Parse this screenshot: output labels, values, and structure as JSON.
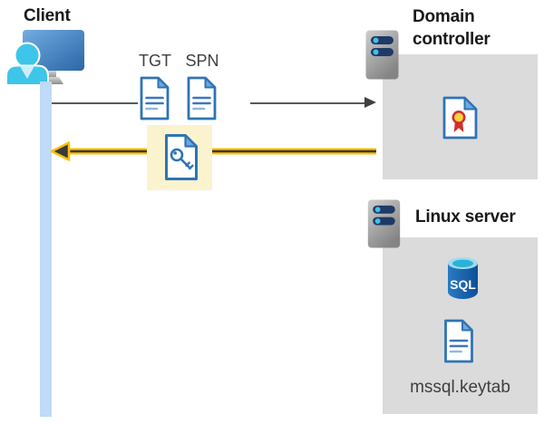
{
  "client": {
    "label": "Client"
  },
  "tickets": {
    "tgt": "TGT",
    "spn": "SPN"
  },
  "domain_controller": {
    "label": "Domain controller"
  },
  "linux_server": {
    "label": "Linux server"
  },
  "sql_icon": {
    "label": "SQL"
  },
  "keytab": {
    "filename": "mssql.keytab"
  },
  "icons": {
    "client": "user-at-monitor-icon",
    "tgt": "document-icon",
    "spn": "document-icon",
    "service_ticket": "key-document-icon",
    "domain_controller_host": "server-icon",
    "certificate": "certificate-icon",
    "linux_host": "server-icon",
    "database": "sql-database-icon",
    "keytab_file": "document-icon",
    "request": "right-arrow",
    "response": "left-arrow-highlighted"
  },
  "colors": {
    "request_arrow": "#595959",
    "response_arrow_yellow": "#FFC000",
    "response_arrow_dark": "#3A3A3A",
    "highlight_box": "#FBF3CE",
    "panel_gray": "#DBDBDB",
    "lifeline_blue": "#BFDBF7",
    "document_blue": "#2E74B5",
    "fold_blue": "#6FA8DC",
    "cyan_accent": "#3EC5EA",
    "server_bar_navy": "#1E3A66",
    "seal_yellow": "#FFD23B",
    "seal_red": "#CF2F2F",
    "sql_blue": "#1261AC"
  }
}
